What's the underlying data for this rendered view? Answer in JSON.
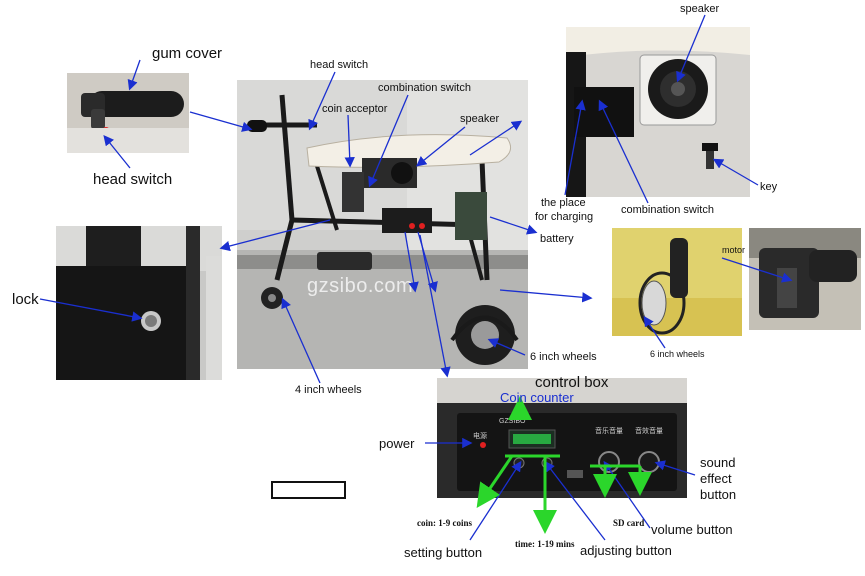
{
  "colors": {
    "arrow_blue": "#1a2fd0",
    "arrow_green": "#2bd62b",
    "led_red": "#e02020",
    "led_green": "#2cc84a"
  },
  "labels": {
    "gum_cover": "gum cover",
    "head_switch_left": "head switch",
    "head_switch_top": "head switch",
    "coin_acceptor": "coin acceptor",
    "combination_switch_main": "combination switch",
    "speaker_main": "speaker",
    "battery": "battery",
    "lock": "lock",
    "four_inch_wheels": "4 inch wheels",
    "six_inch_wheels_main": "6 inch wheels",
    "speaker_top": "speaker",
    "place_for_charging_1": "the place",
    "place_for_charging_2": "for charging",
    "combination_switch_top": "combination switch",
    "key": "key",
    "motor": "motor",
    "six_inch_wheels_small": "6 inch wheels",
    "control_box": "control box",
    "coin_counter": "Coin counter",
    "power": "power",
    "sound_effect_1": "sound",
    "sound_effect_2": "effect",
    "sound_effect_3": "button",
    "coin_range": "coin: 1-9 coins",
    "sd_card": "SD card",
    "volume_button": "volume button",
    "time_range": "time: 1-19 mins",
    "setting_button": "setting button",
    "adjusting_button": "adjusting button"
  },
  "watermark": "gzsibo.com",
  "panel_text": {
    "brand": "GZSIBO",
    "power": "电源",
    "music_volume": "音乐音量",
    "effect_volume": "音效音量"
  }
}
